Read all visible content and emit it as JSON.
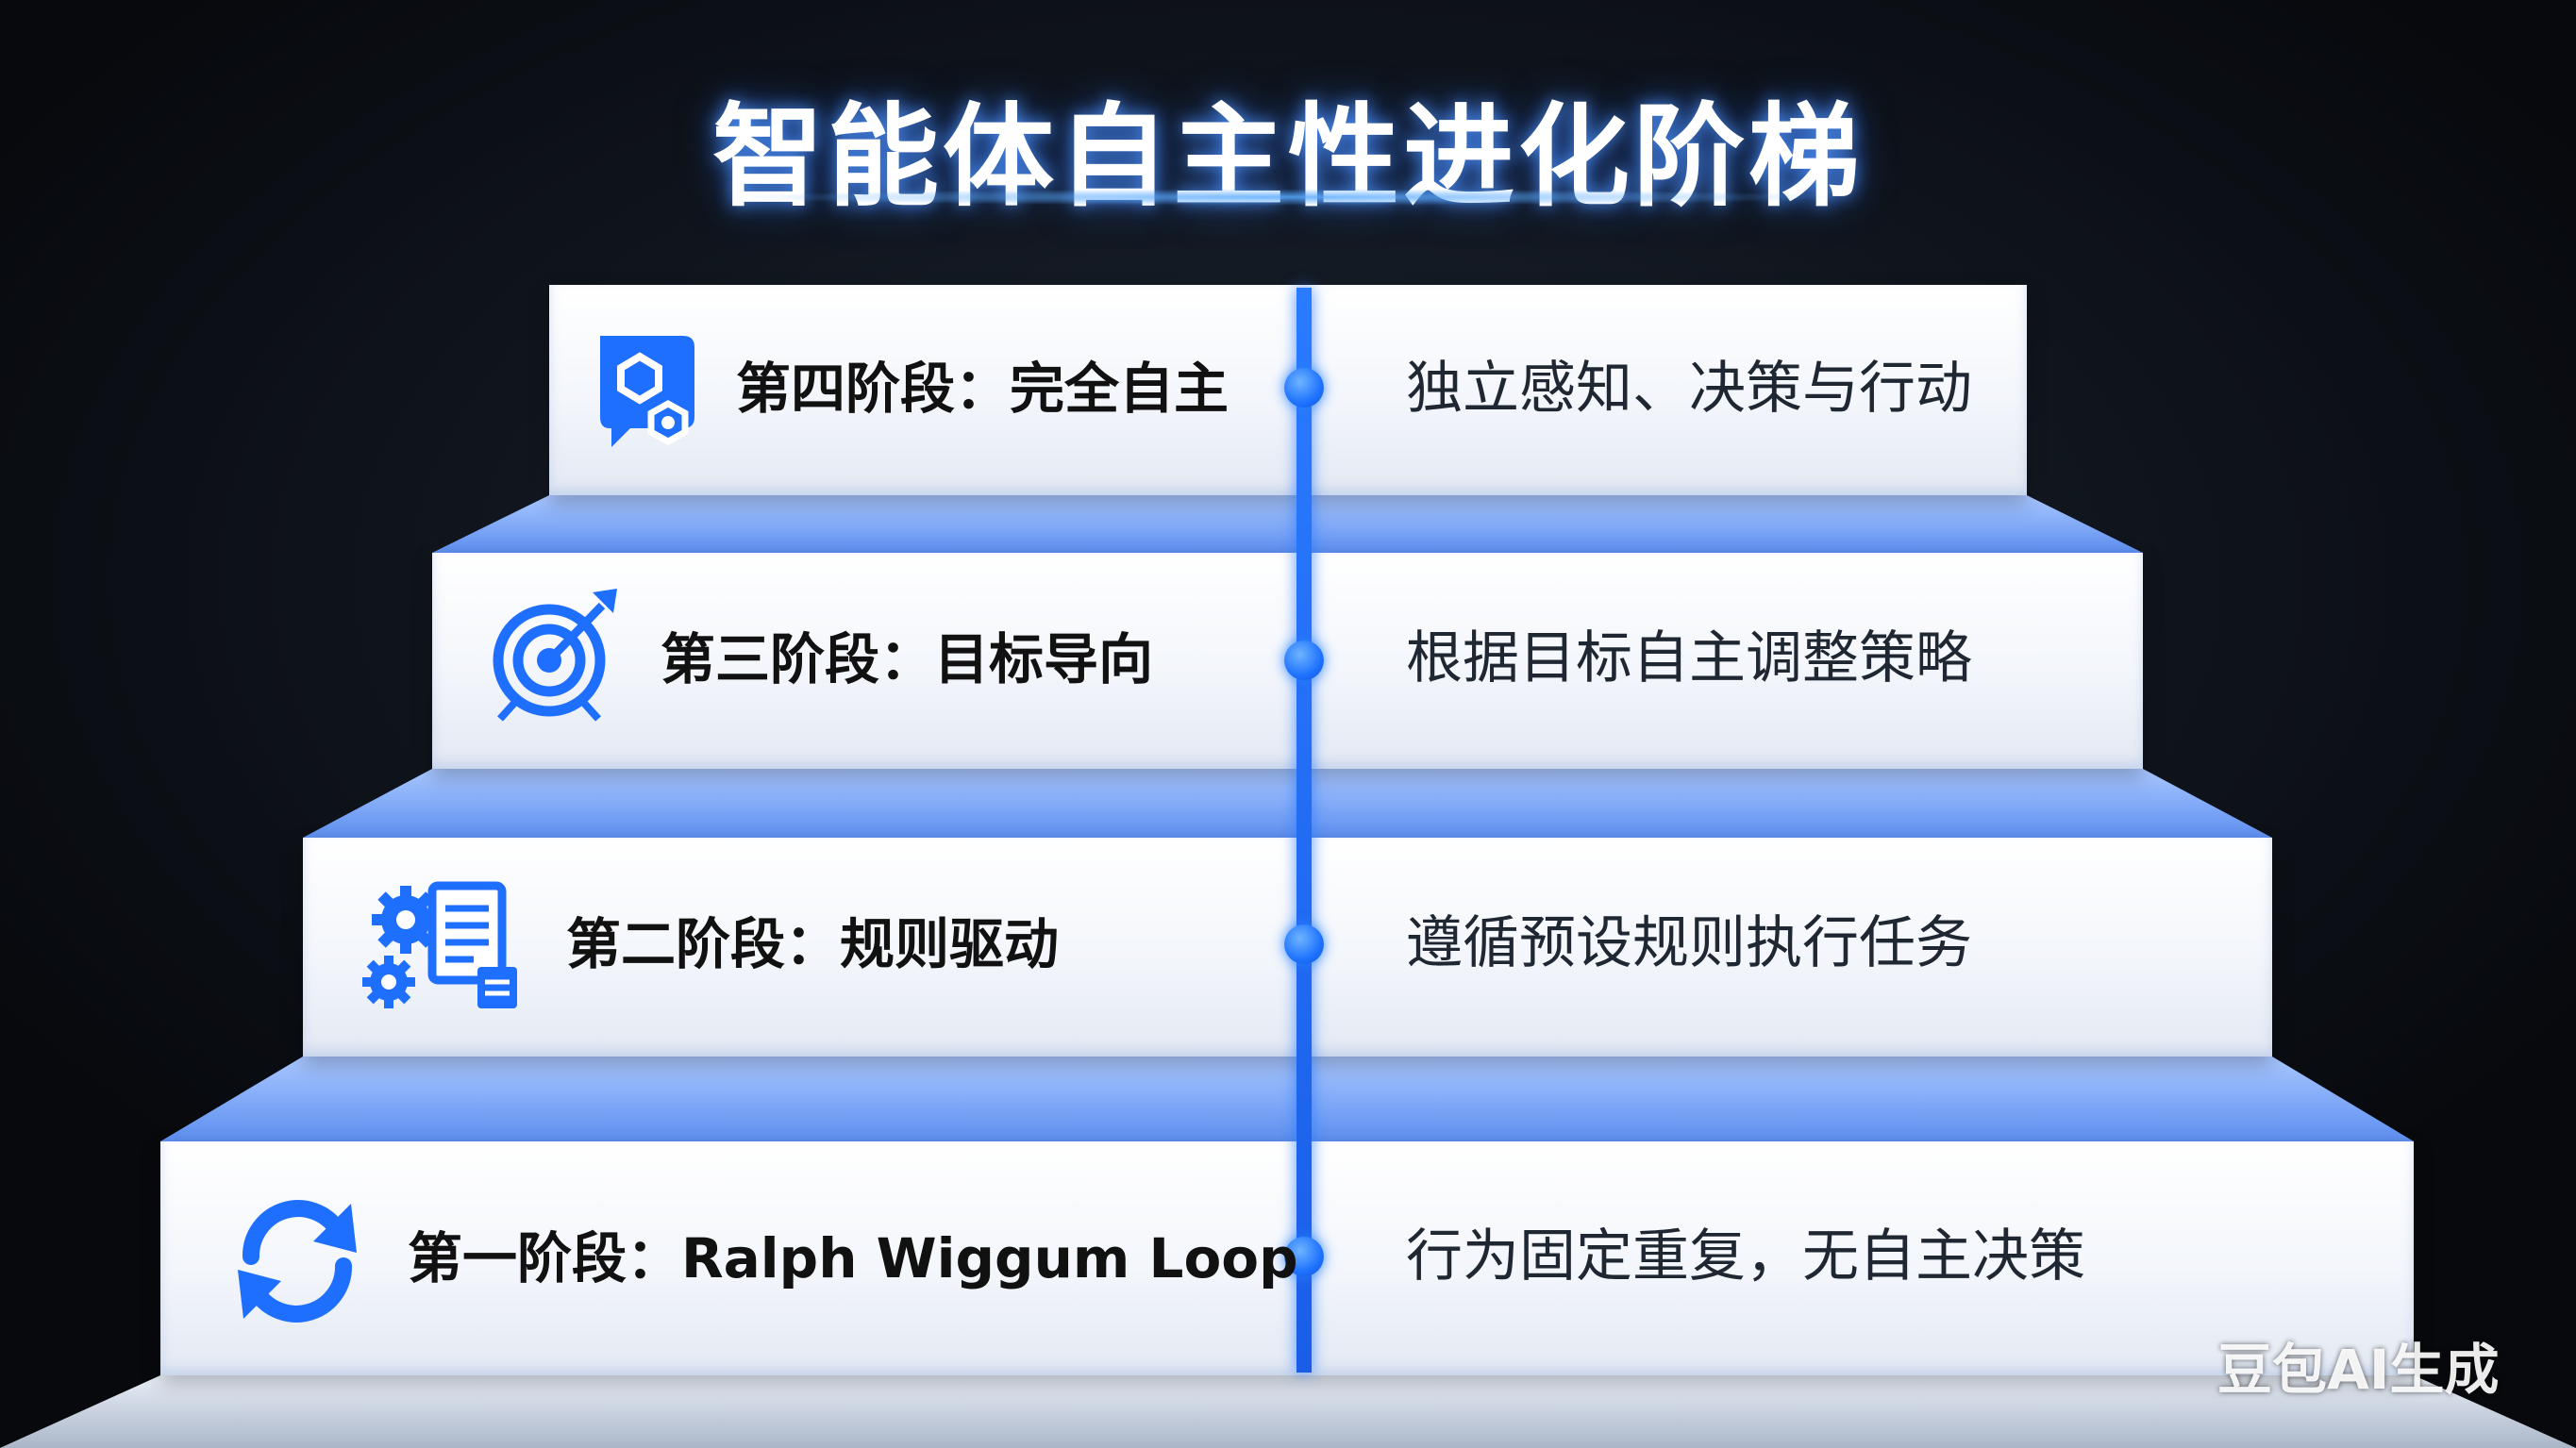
{
  "title": "智能体自主性进化阶梯",
  "stages": [
    {
      "label": "第四阶段：完全自主",
      "description": "独立感知、决策与行动",
      "icon": "autonomous-hexagon-icon"
    },
    {
      "label": "第三阶段：目标导向",
      "description": "根据目标自主调整策略",
      "icon": "target-arrow-icon"
    },
    {
      "label": "第二阶段：规则驱动",
      "description": "遵循预设规则执行任务",
      "icon": "gear-document-icon"
    },
    {
      "label": "第一阶段：Ralph Wiggum Loop",
      "description": "行为固定重复，无自主决策",
      "icon": "refresh-loop-icon"
    }
  ],
  "watermark": "豆包AI生成",
  "colors": {
    "background": "#0c1118",
    "accent_blue": "#1f6fff",
    "tread_blue": "#6f9ff0",
    "step_face": "#f3f6fb",
    "label_text": "#111111",
    "description_text": "#1f2733"
  }
}
